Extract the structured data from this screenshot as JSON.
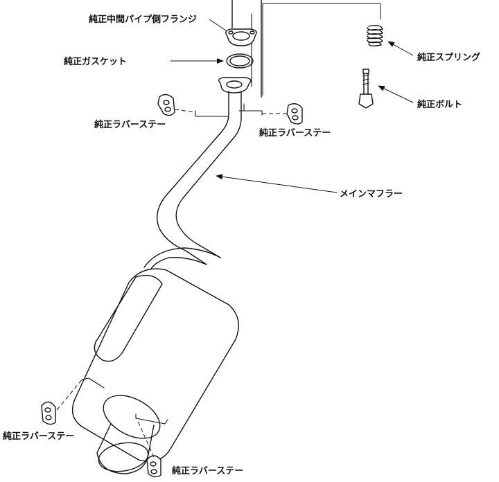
{
  "labels": {
    "mid_pipe_flange": "純正中間パイプ側フランジ",
    "gasket": "純正ガスケット",
    "spring": "純正スプリング",
    "bolt": "純正ボルト",
    "rubber_stay_left": "純正ラバーステー",
    "rubber_stay_right": "純正ラバーステー",
    "main_muffler": "メインマフラー",
    "rubber_stay_bottom_left": "純正ラバーステー",
    "rubber_stay_bottom_right": "純正ラバーステー"
  }
}
